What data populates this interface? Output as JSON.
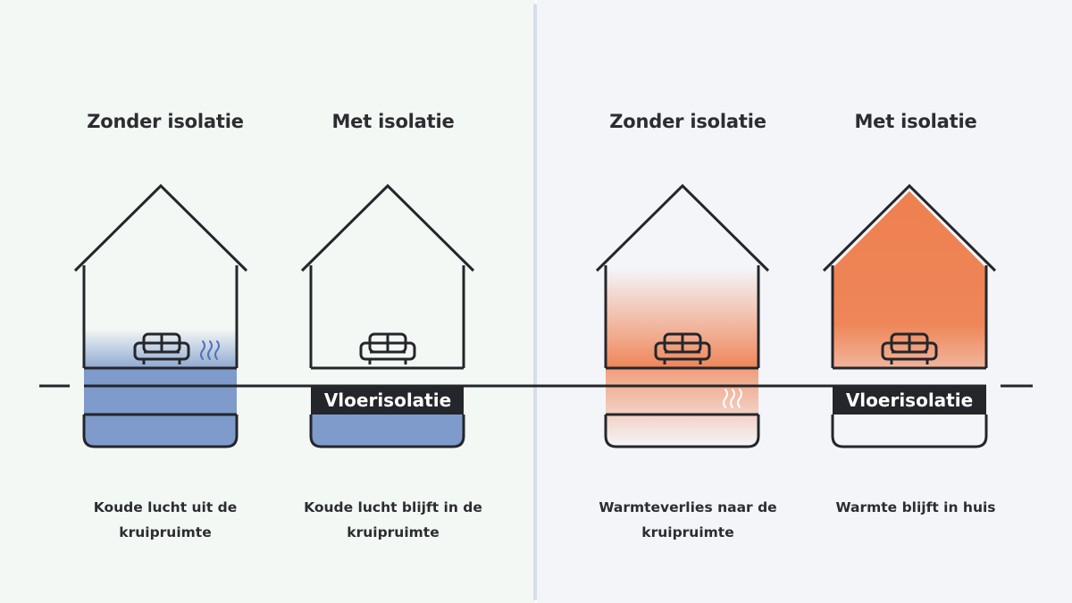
{
  "colors": {
    "left_bg": "#f4f8f5",
    "right_bg": "#f4f5f9",
    "line": "#24262b",
    "cold": "#7e9bcb",
    "warm": "#ee8050",
    "insulation_bg": "#24262b",
    "insulation_text": "#ffffff"
  },
  "panels": [
    {
      "houses": [
        {
          "title": "Zonder isolatie",
          "caption": "Koude lucht uit de kruipruimte",
          "insulation_label": ""
        },
        {
          "title": "Met isolatie",
          "caption": "Koude lucht blijft in de kruipruimte",
          "insulation_label": "Vloerisolatie"
        }
      ]
    },
    {
      "houses": [
        {
          "title": "Zonder isolatie",
          "caption": "Warmteverlies naar de kruipruimte",
          "insulation_label": ""
        },
        {
          "title": "Met isolatie",
          "caption": "Warmte blijft in huis",
          "insulation_label": "Vloerisolatie"
        }
      ]
    }
  ],
  "icons": {
    "sofa": "sofa-icon",
    "cold_air": "cold-air-icon",
    "heat": "heat-icon"
  }
}
